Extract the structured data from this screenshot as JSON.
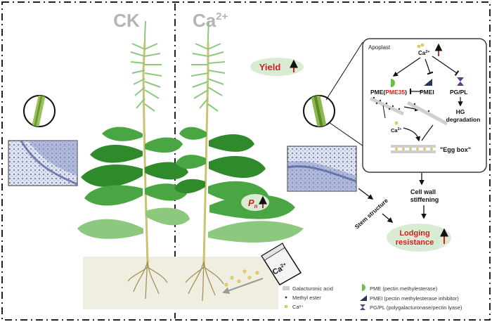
{
  "headers": {
    "left": "CK",
    "right_base": "Ca",
    "right_sup": "2+"
  },
  "badges": {
    "yield": "Yield",
    "pn": "P",
    "pn_sub": "n"
  },
  "apoplast": {
    "title": "Apoplast",
    "ca_top_base": "Ca",
    "ca_top_sup": "2+",
    "pme_prefix": "PME(",
    "pme_highlight": "PME35",
    "pme_suffix": ")",
    "pmei": "PMEI",
    "pgpl": "PG/PL",
    "hg_line1": "HG",
    "hg_line2": "degradation",
    "ca_mid_base": "Ca",
    "ca_mid_sup": "2+",
    "egg_box": "\"Egg box\""
  },
  "flow": {
    "cell_wall_line1": "Cell wall",
    "cell_wall_line2": "stiffening",
    "stem_structure": "Stem structure",
    "lodging_line1": "Lodging",
    "lodging_line2": "resistance"
  },
  "bag_label": {
    "base": "Ca",
    "sup": "2+"
  },
  "legend": {
    "items": [
      {
        "label": "Galacturonic acid"
      },
      {
        "label": "Methyl ester"
      },
      {
        "label": "Ca²⁺"
      },
      {
        "label": "PME (pectin methylesterase)"
      },
      {
        "label": "PMEI (pectin methylesterase inhibitor)"
      },
      {
        "label": "PG/PL (polygalacturonase/pectin lyase)"
      }
    ]
  },
  "colors": {
    "header_gray": "#b4b4b4",
    "accent_red": "#d21f1f",
    "badge_green": "#d9ecd3",
    "leaf_dark": "#2f8a2c",
    "leaf_mid": "#49a642",
    "leaf_light": "#8cc97f",
    "stem": "#c9c26e",
    "soil": "#efeee0"
  }
}
